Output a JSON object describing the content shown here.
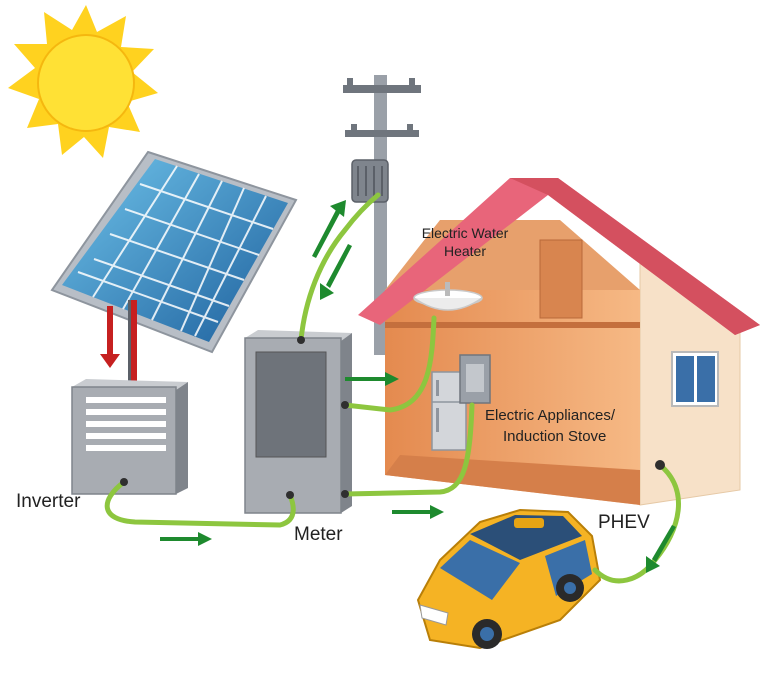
{
  "labels": {
    "inverter": "Inverter",
    "meter": "Meter",
    "water_heater_line1": "Electric Water",
    "water_heater_line2": "Heater",
    "appliances_line1": "Electric Appliances/",
    "appliances_line2": "Induction Stove",
    "phev": "PHEV"
  },
  "colors": {
    "sun": "#FFD21F",
    "wire": "#8DC63F",
    "flow_arrow": "#1E8A2E",
    "panel_arrow": "#C62020",
    "roof": "#E8657A",
    "wall": "#F2B47E",
    "car": "#F5B324"
  }
}
